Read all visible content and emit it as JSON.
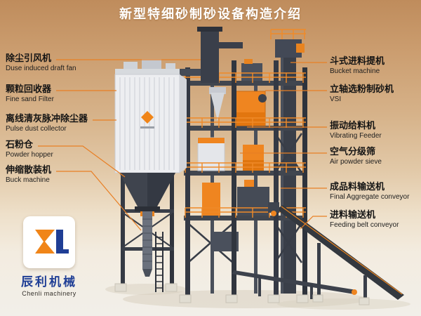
{
  "title": "新型特细砂制砂设备构造介绍",
  "labels_left": [
    {
      "zh": "除尘引风机",
      "en": "Duse induced draft fan"
    },
    {
      "zh": "颗粒回收器",
      "en": "Fine sand Filter"
    },
    {
      "zh": "离线清灰脉冲除尘器",
      "en": "Pulse dust collector"
    },
    {
      "zh": "石粉仓",
      "en": "Powder hopper"
    },
    {
      "zh": "伸缩散装机",
      "en": "Buck machine"
    }
  ],
  "labels_right": [
    {
      "zh": "斗式进料提机",
      "en": "Bucket machine"
    },
    {
      "zh": "立轴选粉制砂机",
      "en": "VSI"
    },
    {
      "zh": "振动给料机",
      "en": "Vibrating Feeder"
    },
    {
      "zh": "空气分级筛",
      "en": "Air powder sieve"
    },
    {
      "zh": "成品料输送机",
      "en": "Final Aggregate conveyor"
    },
    {
      "zh": "进料输送机",
      "en": "Feeding belt conveyor"
    }
  ],
  "logo": {
    "name_zh": "辰利机械",
    "name_en": "Chenli machinery"
  },
  "colors": {
    "accent_orange": "#e87f24",
    "machine_orange": "#ef8520",
    "steel_dark": "#3a3f4a",
    "background_tan": "#cb9d6f",
    "logo_blue": "#1f3e95",
    "logo_orange": "#f08519"
  }
}
